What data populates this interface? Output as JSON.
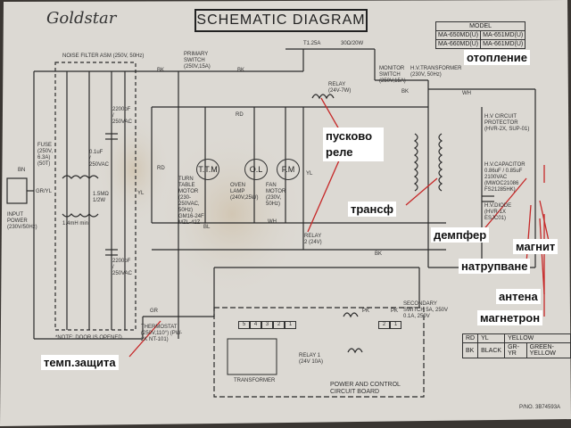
{
  "diagram": {
    "brand": "Goldstar",
    "title": "SCHEMATIC DIAGRAM",
    "model_table": {
      "header": "MODEL",
      "rows": [
        [
          "MA-650MD(U)",
          "MA-651MD(U)"
        ],
        [
          "MA-660MD(U)",
          "MA-661MD(U)"
        ]
      ]
    },
    "components": {
      "noise_filter": "NOISE FILTER ASM (250V, 50Hz)",
      "fuse": "FUSE (250V, 6.3A) (50T)",
      "coil": "1.4mH min",
      "cap1": "0.1uF / 250VAC",
      "cap2": "2200pF / 250VAC",
      "cap3": "2200pF / 250VAC",
      "resistor": "1.5MΩ 1/2W",
      "input_power": "INPUT POWER (230V/50Hz)",
      "primary_switch": "PRIMARY SWITCH (250V,15A)",
      "fuse2": "T1.25A",
      "resistor2": "30Ω/20W",
      "relay": "RELAY (24V-7W)",
      "monitor_switch": "MONITOR SWITCH (250V,15A)",
      "hv_transformer": "H.V.TRANSFORMER (230V, 50Hz)",
      "turntable_motor": "TURN TABLE MOTOR (230-250VAC, 50Hz) GM16-24F MZL-42Z",
      "turntable_symbol": "T.T.M",
      "oven_lamp": "OVEN LAMP (240V,25W)",
      "oven_lamp_symbol": "O.L",
      "fan_motor": "FAN MOTOR (230V, 50Hz)",
      "fan_motor_symbol": "F.M",
      "hv_protector": "H.V CIRCUIT PROTECTOR (HVR-2X, SUP-01)",
      "hv_capacitor": "H.V.CAPACITOR 0.86uF / 0.85uF 2100VAC (MWOC21086 FS21285HK)",
      "hv_diode": "H.V.DIODE (HVR-1X ESJC01)",
      "relay2": "RELAY 2 (24V)",
      "thermostat": "THERMOSTAT (250V,110°) (PW-2K NT-101)",
      "relay1": "RELAY 1 (24V 10A)",
      "secondary_switch": "SECONDARY SWITCH 5A, 250V 0.1A, 250V",
      "transformer": "TRANSFORMER",
      "board": "POWER AND CONTROL CIRCUIT BOARD",
      "note": "*NOTE: DOOR IS OPENED.",
      "connector_pins": [
        "5",
        "4",
        "3",
        "2",
        "1"
      ],
      "connector_pins2": [
        "2",
        "1"
      ],
      "part_no": "P/NO. 3B74593A"
    },
    "wire_labels": {
      "bk": "BK",
      "rd": "RD",
      "wh": "WH",
      "bn": "BN",
      "yl": "YL",
      "bl": "BL",
      "pk": "PK",
      "gryl": "GR/YL",
      "gr": "GR"
    },
    "color_table": {
      "rows": [
        [
          "RD",
          "YL",
          "YELLOW"
        ],
        [
          "BK",
          "BLACK",
          "GR-YR",
          "GREEN-YELLOW"
        ]
      ]
    }
  },
  "annotations": {
    "heating": "отопление",
    "start_relay": "пусково реле",
    "transformer": "трансф",
    "damper": "демпфер",
    "magnet": "магнит",
    "nat": "натрупване",
    "antenna": "антена",
    "magnetron": "магнетрон",
    "temp_protection": "темп.защита"
  }
}
